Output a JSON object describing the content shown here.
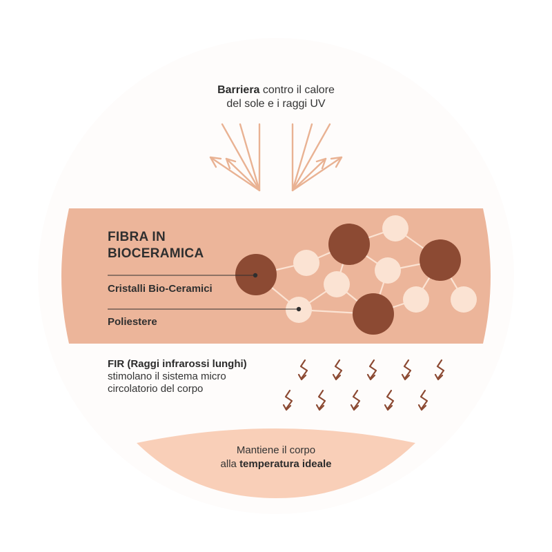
{
  "barrier": {
    "bold": "Barriera",
    "rest_line1": " contro il calore",
    "line2": "del sole e i raggi UV"
  },
  "fiber": {
    "title_line1": "FIBRA IN",
    "title_line2": "BIOCERAMICA",
    "label_crystals": "Cristalli Bio-Ceramici",
    "label_polyester": "Poliestere"
  },
  "fir": {
    "bold": "FIR (Raggi infrarossi lunghi)",
    "line2": "stimolano il sistema micro",
    "line3": "circolatorio del corpo"
  },
  "body_temp": {
    "line1": "Mantiene il corpo",
    "prefix": "alla ",
    "bold": "temperatura ideale"
  },
  "colors": {
    "band": "#ecb59a",
    "dark_node": "#8c4a33",
    "light_node": "#fbe3d3",
    "arrow": "#e9b293",
    "wave": "#8c4a33",
    "bottom_shape": "#f9cfb8",
    "background_disc": "#fefcfb"
  },
  "icons": {
    "reflection_arrows": "reflection-arrow-icon",
    "infrared_waves": "infrared-wave-icon"
  }
}
